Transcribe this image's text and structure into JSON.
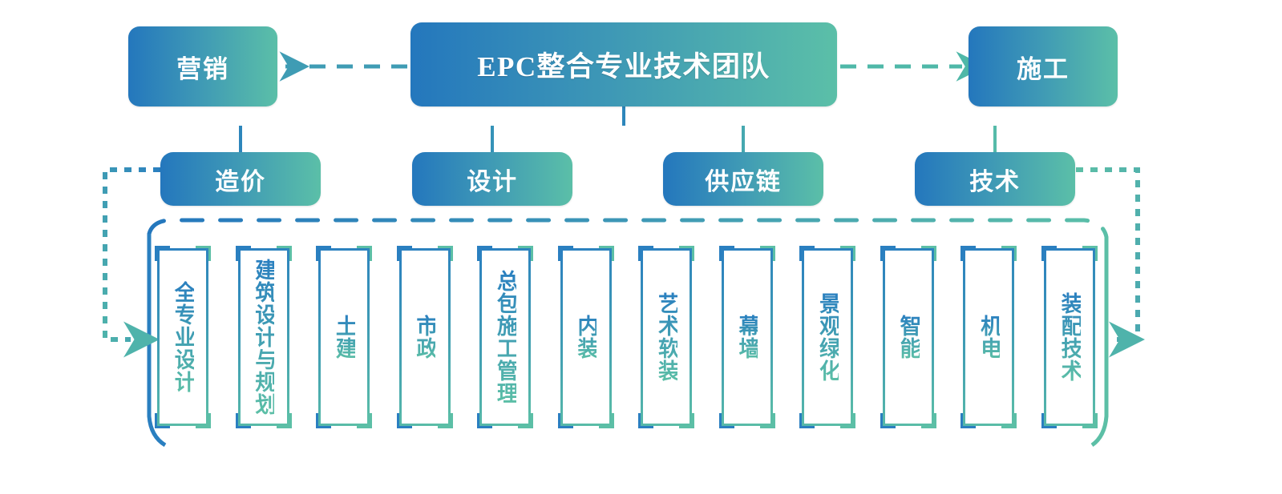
{
  "diagram": {
    "title": "EPC整合专业技术团队",
    "colors": {
      "gradient_start": "#2477bd",
      "gradient_mid": "#3d97b6",
      "gradient_end": "#5bbfa8",
      "box_text": "#ffffff",
      "connector_blue": "#2a7fc0",
      "connector_green": "#5cbfa6",
      "background": "#ffffff"
    },
    "root": {
      "label": "EPC整合专业技术团队"
    },
    "side_nodes": [
      {
        "id": "marketing",
        "label": "营销",
        "side": "left",
        "arrow": "dashed-arrow-left"
      },
      {
        "id": "construction",
        "label": "施工",
        "side": "right",
        "arrow": "dashed-arrow-right"
      }
    ],
    "level2": [
      {
        "id": "cost",
        "label": "造价"
      },
      {
        "id": "design",
        "label": "设计"
      },
      {
        "id": "supplychain",
        "label": "供应链"
      },
      {
        "id": "technology",
        "label": "技术"
      }
    ],
    "leaves": [
      {
        "id": "leaf-1",
        "label": "全专业设计"
      },
      {
        "id": "leaf-2",
        "label": "建筑设计与规划"
      },
      {
        "id": "leaf-3",
        "label": "土建"
      },
      {
        "id": "leaf-4",
        "label": "市政"
      },
      {
        "id": "leaf-5",
        "label": "总包施工管理"
      },
      {
        "id": "leaf-6",
        "label": "内装"
      },
      {
        "id": "leaf-7",
        "label": "艺术软装"
      },
      {
        "id": "leaf-8",
        "label": "幕墙"
      },
      {
        "id": "leaf-9",
        "label": "景观绿化"
      },
      {
        "id": "leaf-10",
        "label": "智能"
      },
      {
        "id": "leaf-11",
        "label": "机电"
      },
      {
        "id": "leaf-12",
        "label": "装配技术"
      }
    ],
    "feedback_links": [
      {
        "id": "left-feedback",
        "from": "造价",
        "to": "leaf-row",
        "style": "dotted",
        "arrow": "right"
      },
      {
        "id": "right-feedback",
        "from": "技术",
        "to": "leaf-row",
        "style": "dotted",
        "arrow": "left"
      }
    ]
  }
}
